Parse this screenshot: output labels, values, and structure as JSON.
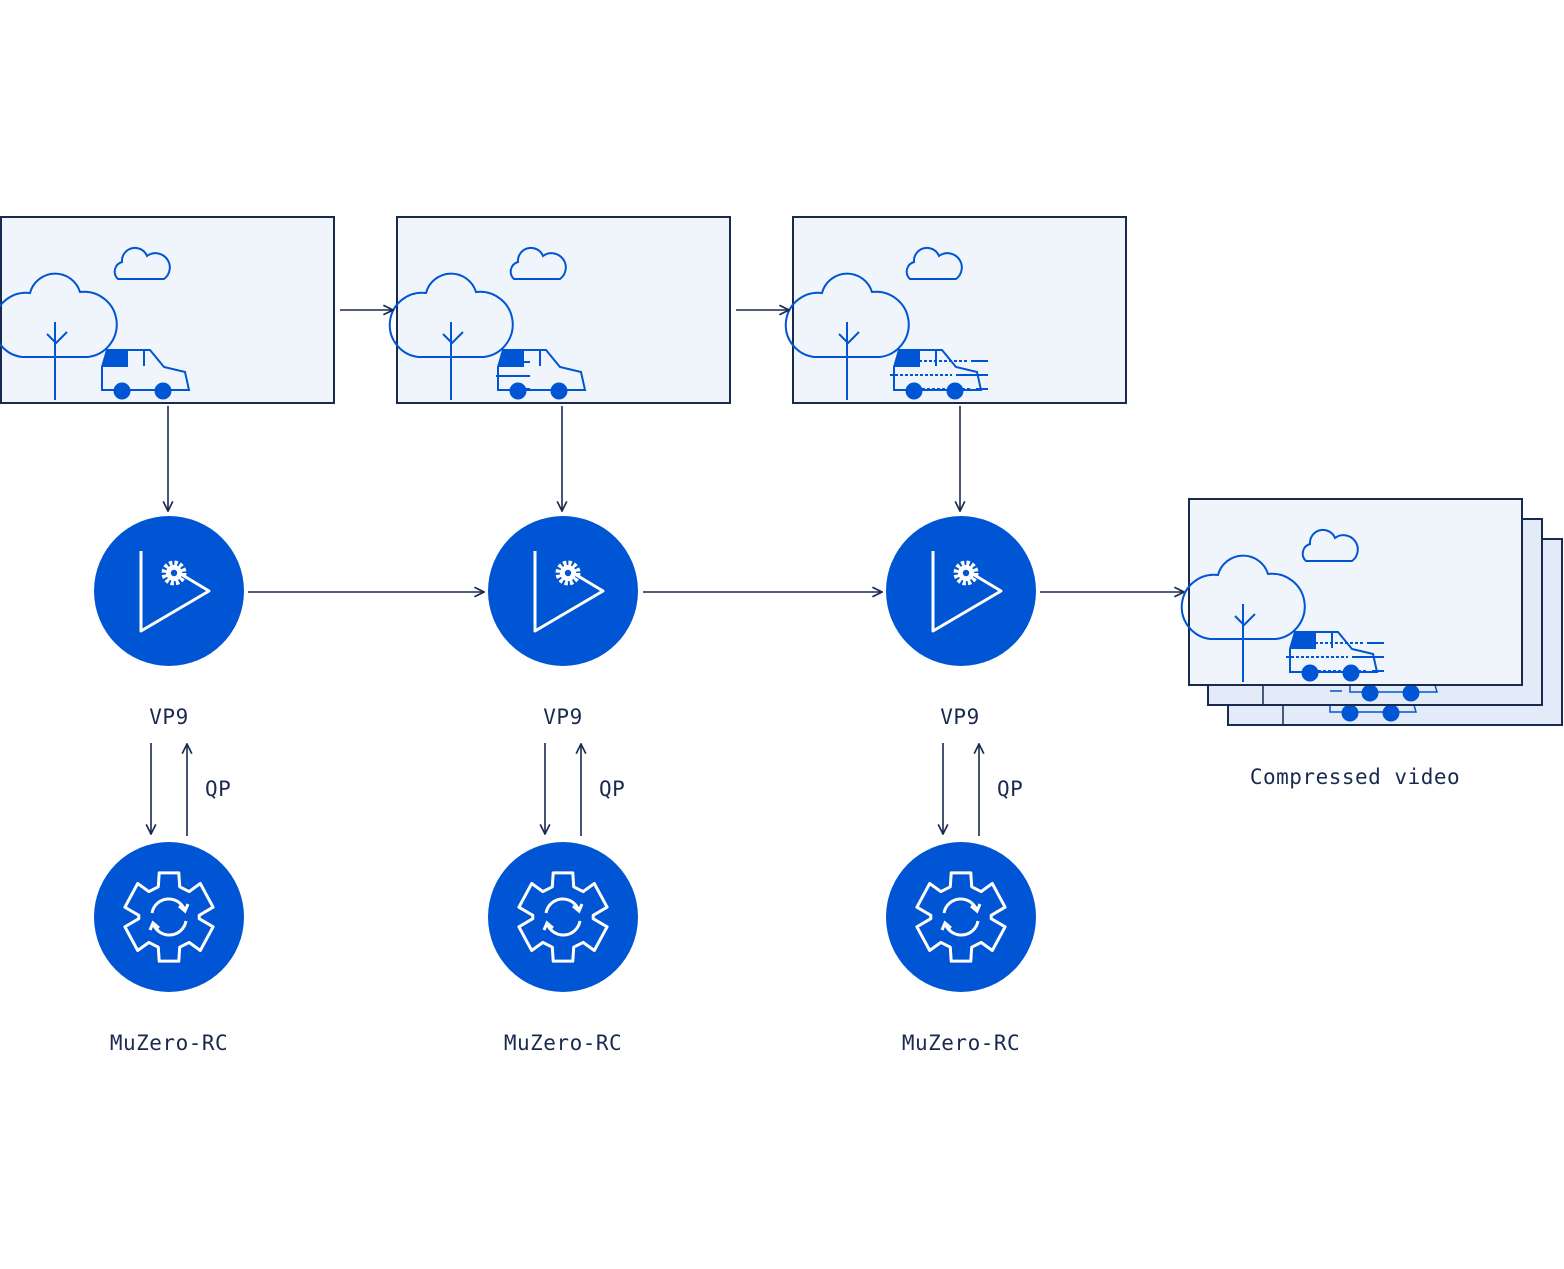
{
  "colors": {
    "accent": "#0055d4",
    "line": "#1a2a4f",
    "frame_fill": "#f0f5fc",
    "frame_fill_back": "#e3ebf8",
    "icon_white": "#ffffff"
  },
  "stages": [
    {
      "encoder_label": "VP9",
      "feedback_label": "QP",
      "controller_label": "MuZero-RC"
    },
    {
      "encoder_label": "VP9",
      "feedback_label": "QP",
      "controller_label": "MuZero-RC"
    },
    {
      "encoder_label": "VP9",
      "feedback_label": "QP",
      "controller_label": "MuZero-RC"
    }
  ],
  "output": {
    "label": "Compressed video"
  },
  "icons": {
    "frame_scene": [
      "tree-icon",
      "cloud-icon",
      "car-icon"
    ],
    "encoder": "play-gear-icon",
    "controller": "gear-refresh-icon"
  }
}
